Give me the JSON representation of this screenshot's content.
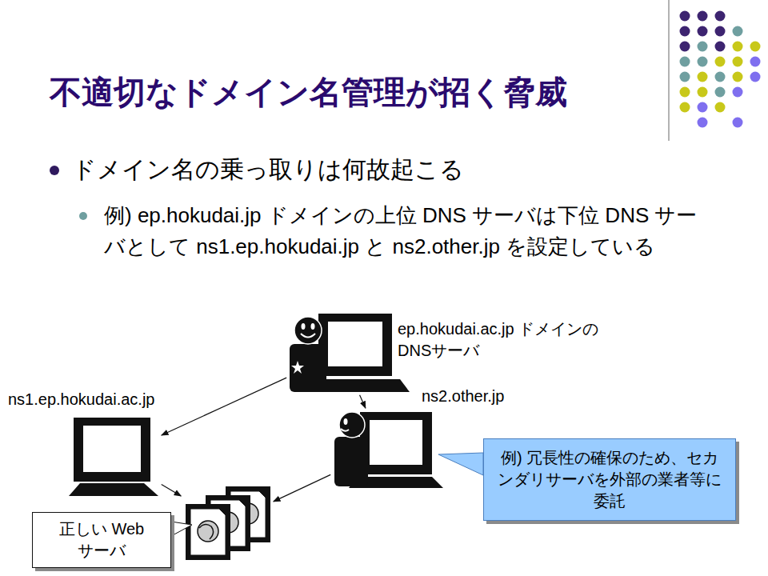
{
  "diagram": {
    "title": "不適切なドメイン名管理が招く脅威",
    "nodes": [
      {
        "text": [
          "ep.hokudai.ac.jp ドメインのDNSサーバ"
        ]
      },
      {
        "text": [
          "ns1.ep.hokudai.ac.jp"
        ]
      },
      {
        "text": [
          "ns2.other.jp"
        ]
      },
      {
        "text": [
          "正しい Web サーバ"
        ]
      },
      {
        "text": [
          "例) 冗長性の確保のため、セカンダリサーバを外部の業者等に委託"
        ]
      }
    ],
    "edges": [
      {
        "from": 0,
        "to": 1,
        "arrow": "to"
      },
      {
        "from": 0,
        "to": 2,
        "arrow": "to"
      },
      {
        "from": 1,
        "to": 3,
        "arrow": "to"
      },
      {
        "from": 2,
        "to": 3,
        "arrow": "to"
      }
    ],
    "labels": [
      "ドメイン名の乗っ取りは何故起こる",
      "例) ep.hokudai.jp ドメインの上位 DNS サーバは下位 DNS サーバとして ns1.ep.hokudai.jp と ns2.other.jp を設定している"
    ]
  }
}
